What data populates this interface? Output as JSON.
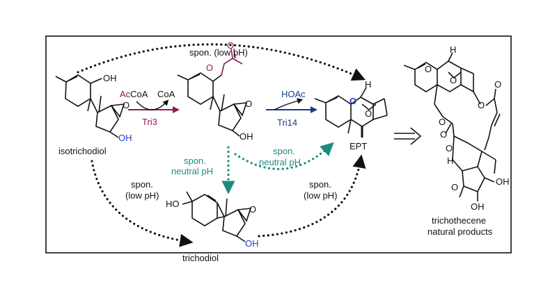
{
  "colors": {
    "frame": "#111111",
    "purple": "#8a1a58",
    "teal": "#1e8a7e",
    "navy": "#1a3a8a",
    "blue_oh": "#1f3fd0"
  },
  "labels": {
    "spon_low_ph_top": "spon. (low pH)",
    "isotrichodiol": "isotrichodiol",
    "acoa_prefix": "Ac",
    "acoa_suffix": "CoA",
    "coa": "CoA",
    "tri3": "Tri3",
    "hoac": "HOAc",
    "tri14": "Tri14",
    "spon_neutral_1_a": "spon.",
    "spon_neutral_1_b": "neutral pH",
    "spon_neutral_2_a": "spon.",
    "spon_neutral_2_b": "neutral pH",
    "ept": "EPT",
    "spon_low_left_a": "spon.",
    "spon_low_left_b": "(low pH)",
    "spon_low_right_a": "spon.",
    "spon_low_right_b": "(low pH)",
    "trichodiol": "trichodiol",
    "trichothecene_a": "trichothecene",
    "trichothecene_b": "natural products"
  },
  "atoms": {
    "oh": "OH",
    "ho": "HO",
    "o": "O",
    "h": "H"
  }
}
